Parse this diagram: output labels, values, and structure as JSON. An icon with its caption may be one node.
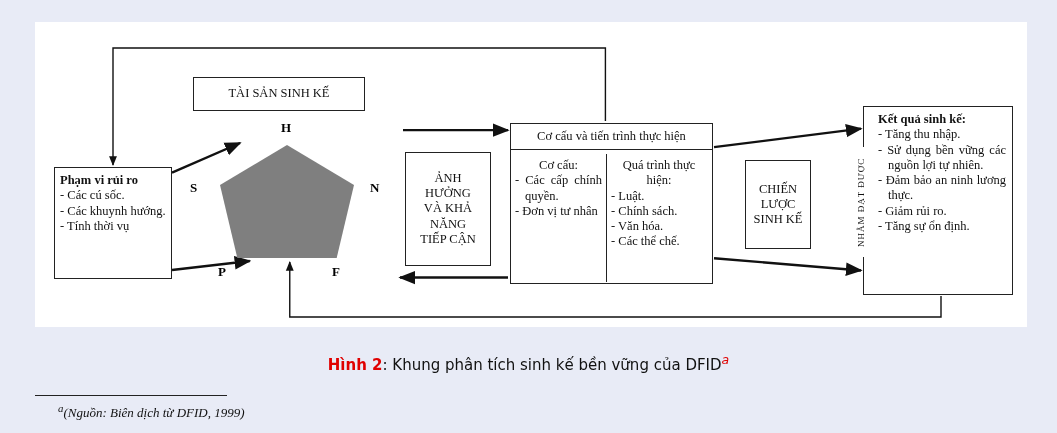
{
  "diagram": {
    "caption": "**Hình 2**: Khung phân tích sinh kế bền vững của DFID$^{a}$",
    "nodes": [
      {
        "text": [
          "Phạm vi rủi ro",
          "- Các cú sốc.",
          "- Các khuynh hướng.",
          "- Tính thời vụ"
        ]
      },
      {
        "text": [
          "TÀI SẢN SINH KẾ"
        ]
      },
      {
        "text": [],
        "shape": "pentagon",
        "beside": [
          "H",
          "N",
          "F",
          "P",
          "S"
        ]
      },
      {
        "text": [
          "ẢNH HƯỞNG VÀ KHẢ NĂNG TIẾP CẬN"
        ]
      },
      {
        "text": [
          "Cơ cấu và tiến trình thực hiện"
        ]
      },
      {
        "text": [
          "Cơ cấu:",
          "- Các cấp chính quyền.",
          "- Đơn vị tư nhân"
        ],
        "in": 4
      },
      {
        "text": [
          "Quá trình thực hiện:",
          "- Luật.",
          "- Chính sách.",
          "- Văn hóa.",
          "- Các thể chế."
        ],
        "in": 4
      },
      {
        "text": [
          "CHIẾN LƯỢC SINH KẾ"
        ]
      },
      {
        "text": [
          "NHẰM ĐẠT ĐƯỢC",
          "Kết quả sinh kế:",
          "- Tăng thu nhập.",
          "- Sử dụng bền vững các nguồn lợi tự nhiên.",
          "- Đảm bảo an ninh lương thực.",
          "- Giảm rủi ro.",
          "- Tăng sự ổn định."
        ]
      }
    ],
    "edges": [
      {
        "from": 0,
        "to": 2,
        "arrow": "to"
      },
      {
        "from": 0,
        "to": 2,
        "arrow": "to"
      },
      {
        "from": 2,
        "to": 4,
        "arrow": "to"
      },
      {
        "from": 4,
        "to": 2,
        "arrow": "to"
      },
      {
        "from": 4,
        "to": 8,
        "arrow": "to"
      },
      {
        "from": 4,
        "to": 8,
        "arrow": "to"
      },
      {
        "from": 8,
        "to": 2,
        "arrow": "to"
      },
      {
        "from": 4,
        "to": 0,
        "arrow": "to"
      }
    ],
    "labels": [
      "$^{a}$(Nguồn: Biên dịch từ DFID, 1999)"
    ]
  }
}
